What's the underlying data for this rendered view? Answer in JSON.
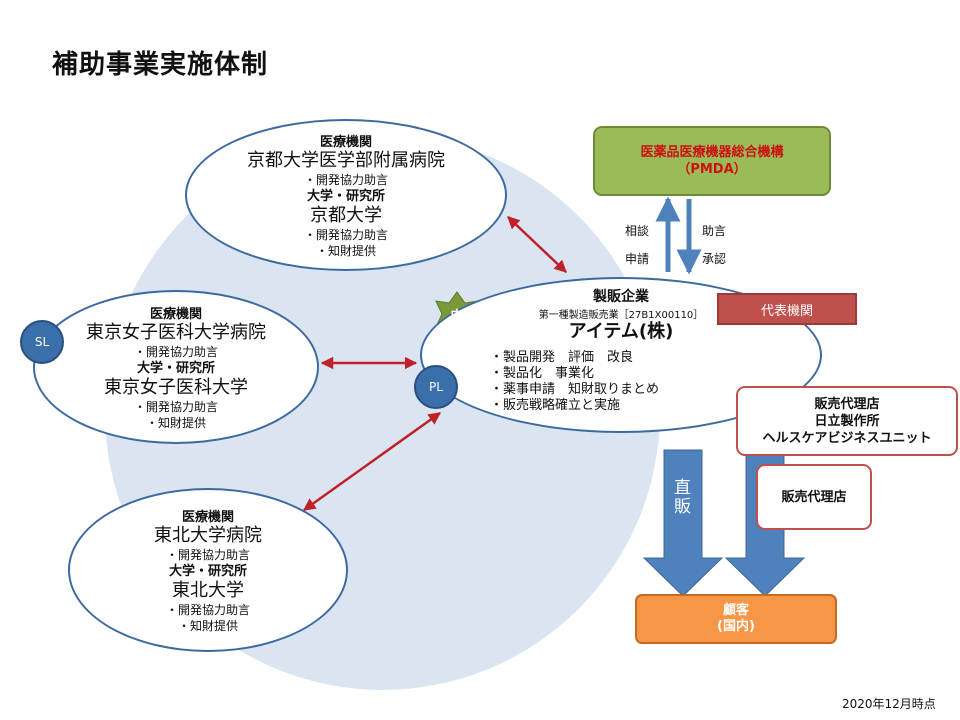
{
  "title": "補助事業実施体制",
  "kyoto": {
    "header": "医療機関",
    "hospital": "京都大学医学部附属病院",
    "role1": "・開発協力助言",
    "academic_header": "大学・研究所",
    "university": "京都大学",
    "role2": "・開発協力助言",
    "role3": "・知財提供"
  },
  "twmu": {
    "header": "医療機関",
    "hospital": "東京女子医科大学病院",
    "role1": "・開発協力助言",
    "academic_header": "大学・研究所",
    "university": "東京女子医科大学",
    "role2": "・開発協力助言",
    "role3": "・知財提供",
    "badge": "SL"
  },
  "tohoku": {
    "header": "医療機関",
    "hospital": "東北大学病院",
    "role1": "・開発協力助言",
    "academic_header": "大学・研究所",
    "university": "東北大学",
    "role2": "・開発協力助言",
    "role3": "・知財提供"
  },
  "item": {
    "header": "製販企業",
    "registration": "第一種製造販売業［27B1X00110］",
    "company": "アイテム(株)",
    "tasks": [
      "・製品開発　評価　改良",
      "・製品化　事業化",
      "・薬事申請　知財取りまとめ",
      "・販売戦略確立と実施"
    ],
    "badge_pl": "PL",
    "badge_center": "中",
    "representative": "代表機関"
  },
  "pmda": {
    "name": "医薬品医療機器総合機構",
    "abbr": "（PMDA）",
    "consult": "相談",
    "apply": "申請",
    "advice": "助言",
    "approve": "承認"
  },
  "agents": {
    "hitachi_line1": "販売代理店",
    "hitachi_line2": "日立製作所",
    "hitachi_line3": "ヘルスケアビジネスユニット",
    "other": "販売代理店"
  },
  "sales": {
    "direct": "直販"
  },
  "customer": {
    "line1": "顧客",
    "line2": "(国内)"
  },
  "footnote": "2020年12月時点",
  "colors": {
    "background_circle": "#dbe5f1",
    "ellipse_border": "#3c6aa0",
    "arrow_red": "#c0202a",
    "arrow_blue": "#4f81bd",
    "pmda_green": "#9bbb59",
    "customer_orange": "#f79646"
  }
}
